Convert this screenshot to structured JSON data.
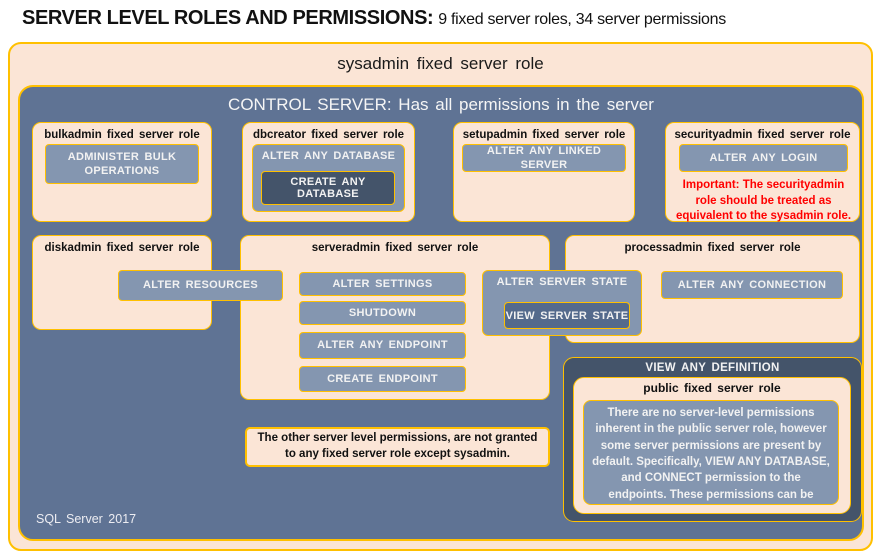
{
  "title": {
    "main": "SERVER LEVEL ROLES AND PERMISSIONS:",
    "sub": "9 fixed server roles, 34 server permissions"
  },
  "sysadmin": {
    "label": "sysadmin fixed server role"
  },
  "control_server": {
    "label": "CONTROL SERVER: Has all permissions in the server"
  },
  "boxes": {
    "bulkadmin": {
      "title": "bulkadmin fixed server role",
      "perm": "ADMINISTER BULK OPERATIONS"
    },
    "dbcreator": {
      "title": "dbcreator fixed server role",
      "perm_outer": "ALTER ANY DATABASE",
      "perm_nested": "CREATE ANY DATABASE"
    },
    "setupadmin": {
      "title": "setupadmin fixed server role",
      "perm": "ALTER ANY LINKED SERVER"
    },
    "securityadmin": {
      "title": "securityadmin fixed server role",
      "perm": "ALTER ANY LOGIN",
      "warning": "Important: The securityadmin role should be treated as equivalent to the sysadmin role."
    },
    "diskadmin": {
      "title": "diskadmin fixed server role",
      "perm": "ALTER RESOURCES"
    },
    "serveradmin": {
      "title": "serveradmin fixed server role",
      "perms": [
        "ALTER SETTINGS",
        "SHUTDOWN",
        "ALTER ANY ENDPOINT",
        "CREATE ENDPOINT"
      ],
      "perm_outer": "ALTER SERVER STATE",
      "perm_nested": "VIEW SERVER STATE"
    },
    "processadmin": {
      "title": "processadmin fixed server role",
      "perm": "ALTER ANY CONNECTION"
    },
    "public": {
      "container_label": "VIEW ANY DEFINITION",
      "title": "public fixed server role",
      "body": "There are no server-level permissions inherent in the public server role, however some server permissions are present by default. Specifically, VIEW ANY DATABASE, and CONNECT permission to the endpoints. These permissions can be revoked."
    }
  },
  "note": "The other server level permissions, are not granted to any fixed server role except sysadmin.",
  "footer": "SQL Server 2017",
  "colors": {
    "peach": "#FBE5D6",
    "gold_border": "#FFC000",
    "control_bg": "#5F7394",
    "perm_bg": "#8496B0",
    "dark_nested": "#44546A",
    "warning_red": "#FF0000"
  }
}
